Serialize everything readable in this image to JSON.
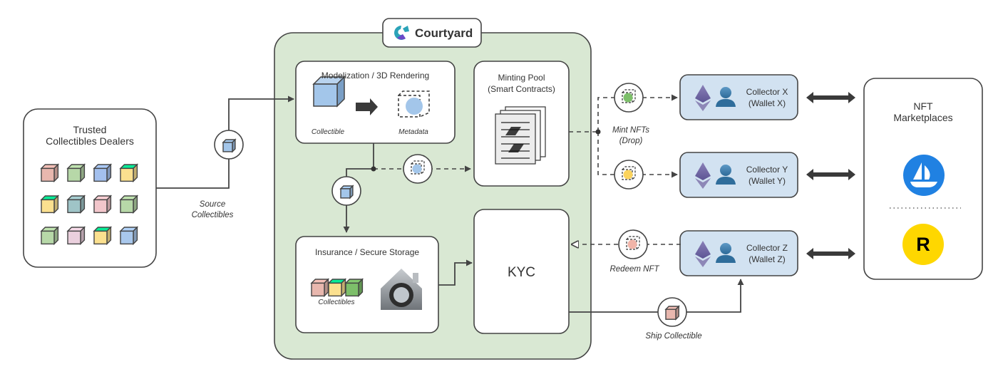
{
  "brand": {
    "name": "Courtyard"
  },
  "dealers": {
    "title_line1": "Trusted",
    "title_line2": "Collectibles Dealers",
    "cube_colors": [
      "#e8b7ae",
      "#b7d8a8",
      "#a3c0ee",
      "#fbe08f",
      "#fbe08f",
      "#9fc4c7",
      "#f2c6cb",
      "#b7d8a8",
      "#b7d8a8",
      "#ead0dd",
      "#fbe08f",
      "#a9c8ec"
    ]
  },
  "edges": {
    "source_line1": "Source",
    "source_line2": "Collectibles",
    "mint_line1": "Mint NFTs",
    "mint_line2": "(Drop)",
    "redeem": "Redeem NFT",
    "ship": "Ship Collectible"
  },
  "modelization": {
    "title": "Modelization / 3D Rendering",
    "left_caption": "Collectible",
    "right_caption": "Metadata"
  },
  "minting": {
    "title_line1": "Minting Pool",
    "title_line2": "(Smart Contracts)"
  },
  "storage": {
    "title": "Insurance / Secure Storage",
    "caption": "Collectibles"
  },
  "kyc": {
    "title": "KYC"
  },
  "collectors": [
    {
      "name": "Collector X",
      "wallet": "(Wallet X)",
      "nft_color": "#7dbf6a"
    },
    {
      "name": "Collector Y",
      "wallet": "(Wallet Y)",
      "nft_color": "#fbd35c"
    },
    {
      "name": "Collector Z",
      "wallet": "(Wallet Z)",
      "nft_color": "#f0b4a8"
    }
  ],
  "marketplaces": {
    "title_line1": "NFT",
    "title_line2": "Marketplaces",
    "items": [
      {
        "name": "opensea-logo",
        "color": "#2081e2"
      },
      {
        "name": "rarible-logo",
        "color": "#fed700",
        "glyph": "R"
      }
    ]
  },
  "colors": {
    "green_bg": "#d9e8d3",
    "collector_bg": "#d2e2f1",
    "cube_blue": "#a3c6ea",
    "line": "#444444"
  }
}
